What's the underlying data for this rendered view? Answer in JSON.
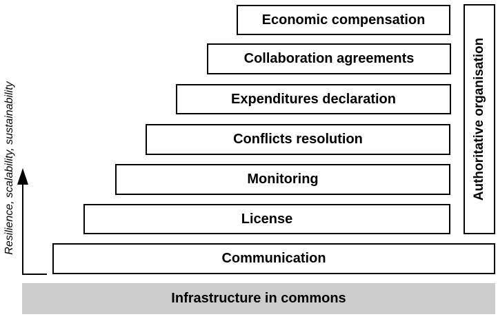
{
  "diagram": {
    "layers": [
      {
        "label": "Economic compensation"
      },
      {
        "label": "Collaboration agreements"
      },
      {
        "label": "Expenditures declaration"
      },
      {
        "label": "Conflicts resolution"
      },
      {
        "label": "Monitoring"
      },
      {
        "label": "License"
      },
      {
        "label": "Communication"
      }
    ],
    "base": {
      "label": "Infrastructure in commons"
    },
    "right_panel": {
      "label": "Authoritative organisation"
    },
    "y_axis": {
      "label": "Resilience, scalability, sustainability"
    },
    "colors": {
      "box_border": "#000000",
      "box_fill": "#ffffff",
      "base_fill": "#cccccc",
      "text": "#000000",
      "background": "#ffffff"
    }
  }
}
